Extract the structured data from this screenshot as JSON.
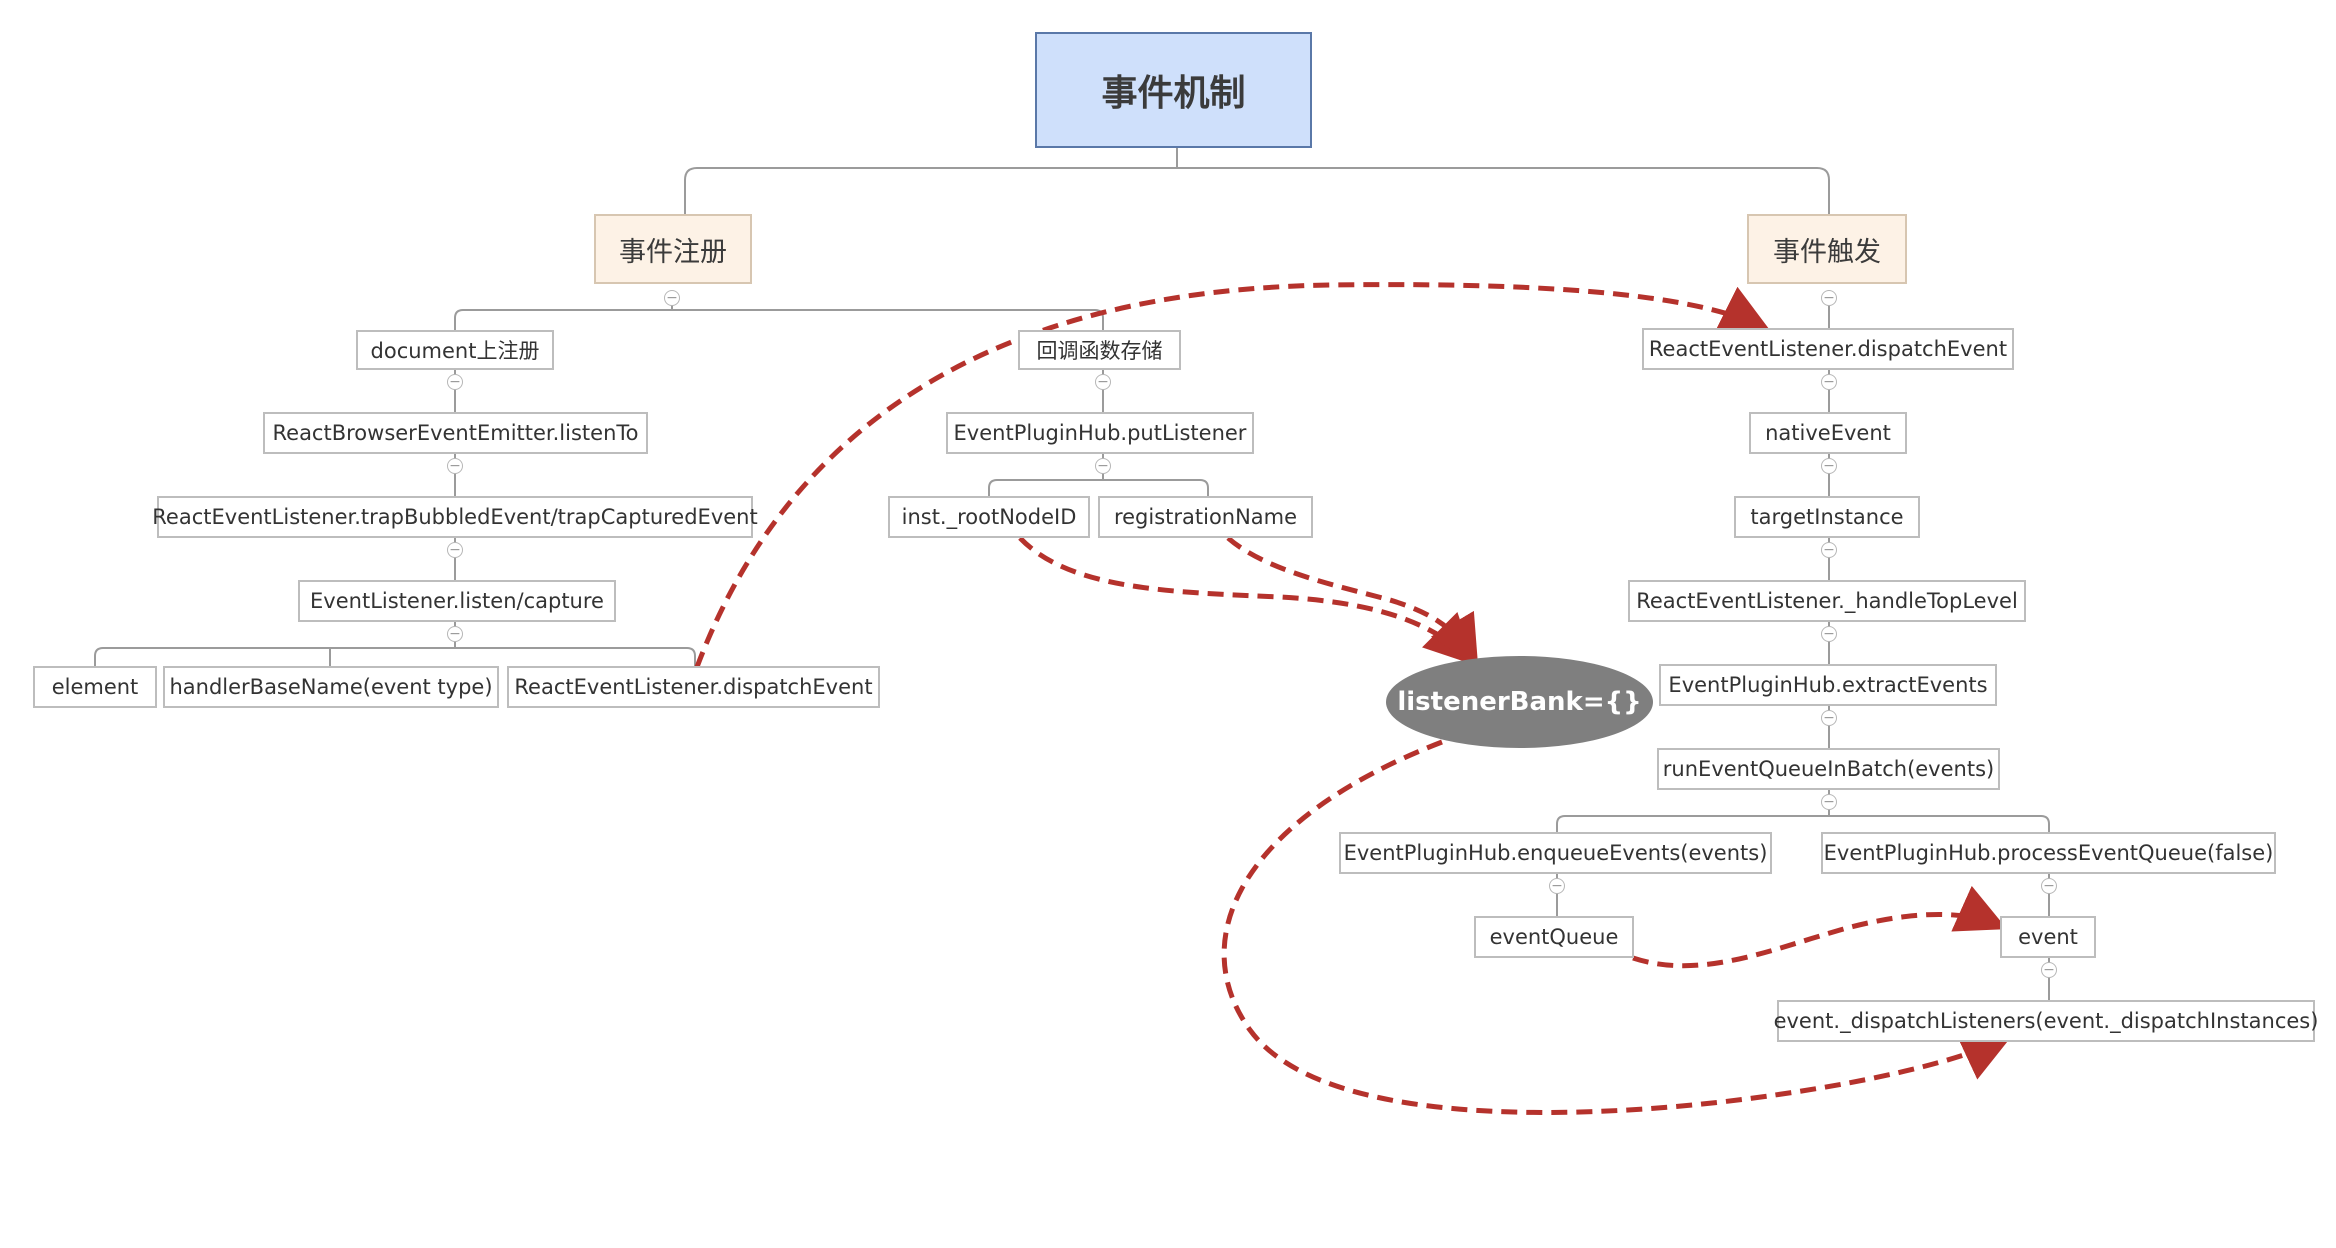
{
  "root": {
    "label": "事件机制"
  },
  "registration": {
    "label": "事件注册",
    "doc_register": "document上注册",
    "listen_to": "ReactBrowserEventEmitter.listenTo",
    "trap": "ReactEventListener.trapBubbledEvent/trapCapturedEvent",
    "listen_capture": "EventListener.listen/capture",
    "element": "element",
    "handler_base_name": "handlerBaseName(event type)",
    "dispatch_event": "ReactEventListener.dispatchEvent",
    "callback_storage": "回调函数存储",
    "put_listener": "EventPluginHub.putListener",
    "root_node_id": "inst._rootNodeID",
    "registration_name": "registrationName"
  },
  "listener_bank": {
    "label": "listenerBank={}"
  },
  "trigger": {
    "label": "事件触发",
    "dispatch_event": "ReactEventListener.dispatchEvent",
    "native_event": "nativeEvent",
    "target_instance": "targetInstance",
    "handle_top_level": "ReactEventListener._handleTopLevel",
    "extract_events": "EventPluginHub.extractEvents",
    "run_queue": "runEventQueueInBatch(events)",
    "enqueue_events": "EventPluginHub.enqueueEvents(events)",
    "process_queue": "EventPluginHub.processEventQueue(false)",
    "event_queue": "eventQueue",
    "event": "event",
    "dispatch_listeners": "event._dispatchListeners(event._dispatchInstances)"
  },
  "colors": {
    "arrow": "#b5322c",
    "line": "#9b9b9b",
    "root_fill": "#cfe0fb",
    "branch_fill": "#fdf2e6",
    "bank_fill": "#7f7f7f"
  },
  "icons": {
    "collapse": "collapse-circle-icon"
  }
}
